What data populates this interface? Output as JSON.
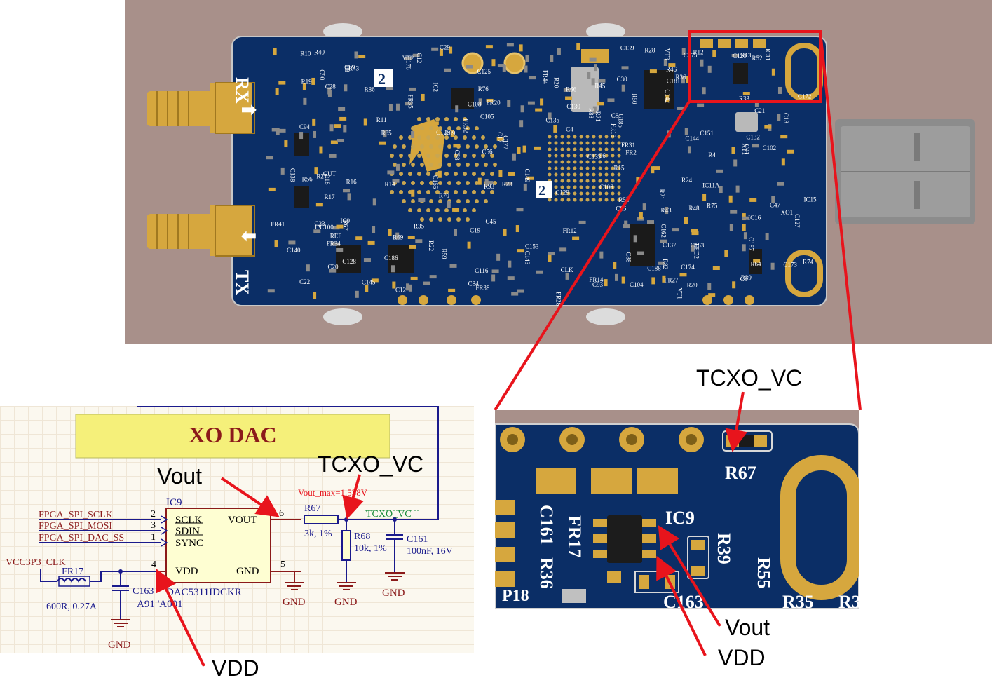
{
  "board": {
    "rx_label": "RX",
    "tx_label": "TX",
    "badge": "2",
    "silk": [
      {
        "t": "R21"
      },
      {
        "t": "R20"
      },
      {
        "t": "VT2"
      },
      {
        "t": "R22"
      },
      {
        "t": "C100"
      },
      {
        "t": "C94"
      },
      {
        "t": "C93"
      },
      {
        "t": "C89"
      },
      {
        "t": "C90"
      },
      {
        "t": "C91"
      },
      {
        "t": "C102"
      },
      {
        "t": "C106"
      },
      {
        "t": "C105"
      },
      {
        "t": "C104"
      },
      {
        "t": "C120"
      },
      {
        "t": "C116"
      },
      {
        "t": "C139"
      },
      {
        "t": "IN"
      },
      {
        "t": "OUT"
      },
      {
        "t": "REF"
      },
      {
        "t": "CLK"
      },
      {
        "t": "C151"
      },
      {
        "t": "C155"
      },
      {
        "t": "C153"
      },
      {
        "t": "R43"
      },
      {
        "t": "C149"
      },
      {
        "t": "R67"
      },
      {
        "t": "IC9"
      },
      {
        "t": "R39"
      },
      {
        "t": "C163"
      },
      {
        "t": "R35"
      },
      {
        "t": "R36"
      },
      {
        "t": "FR31"
      },
      {
        "t": "FR38"
      },
      {
        "t": "FR32"
      },
      {
        "t": "FR41"
      },
      {
        "t": "C162"
      },
      {
        "t": "XO1"
      },
      {
        "t": "R40"
      },
      {
        "t": "R66"
      },
      {
        "t": "R24"
      },
      {
        "t": "R16"
      },
      {
        "t": "R17"
      },
      {
        "t": "R19"
      },
      {
        "t": "R23"
      },
      {
        "t": "C81"
      },
      {
        "t": "C23"
      },
      {
        "t": "R11"
      },
      {
        "t": "C56"
      },
      {
        "t": "R27"
      },
      {
        "t": "R28"
      },
      {
        "t": "FR15"
      },
      {
        "t": "R59"
      },
      {
        "t": "C145"
      },
      {
        "t": "R45"
      },
      {
        "t": "C140"
      },
      {
        "t": "XT1"
      },
      {
        "t": "C130"
      },
      {
        "t": "C143"
      },
      {
        "t": "R56"
      },
      {
        "t": "C137"
      },
      {
        "t": "R52"
      },
      {
        "t": "C127"
      },
      {
        "t": "C125"
      },
      {
        "t": "FR12"
      },
      {
        "t": "FR13"
      },
      {
        "t": "C144"
      },
      {
        "t": "R50"
      },
      {
        "t": "R74"
      },
      {
        "t": "C128"
      },
      {
        "t": "C129"
      },
      {
        "t": "C133"
      },
      {
        "t": "R82"
      },
      {
        "t": "C108"
      },
      {
        "t": "IC11"
      },
      {
        "t": "IC11A"
      },
      {
        "t": "C177"
      },
      {
        "t": "R69"
      },
      {
        "t": "R71"
      },
      {
        "t": "C172"
      },
      {
        "t": "C175"
      },
      {
        "t": "R76"
      },
      {
        "t": "C176"
      },
      {
        "t": "R12"
      },
      {
        "t": "R93"
      },
      {
        "t": "FR44"
      },
      {
        "t": "FR28"
      },
      {
        "t": "IC16"
      },
      {
        "t": "IC15"
      },
      {
        "t": "FR35"
      },
      {
        "t": "FR34"
      },
      {
        "t": "C173"
      },
      {
        "t": "C186"
      },
      {
        "t": "IC2"
      },
      {
        "t": "C30"
      },
      {
        "t": "C185"
      },
      {
        "t": "FR27"
      },
      {
        "t": "R70"
      },
      {
        "t": "R75"
      },
      {
        "t": "R15"
      },
      {
        "t": "R14"
      },
      {
        "t": "C18"
      },
      {
        "t": "C12"
      },
      {
        "t": "R88"
      },
      {
        "t": "R89"
      },
      {
        "t": "C187"
      },
      {
        "t": "C188"
      },
      {
        "t": "R86"
      },
      {
        "t": "VT3"
      },
      {
        "t": "LED2"
      },
      {
        "t": "VT1"
      },
      {
        "t": "C22"
      },
      {
        "t": "C28"
      },
      {
        "t": "C29"
      },
      {
        "t": "C20"
      },
      {
        "t": "C21"
      },
      {
        "t": "R18"
      },
      {
        "t": "C8"
      },
      {
        "t": "C17"
      },
      {
        "t": "C19"
      },
      {
        "t": "C45"
      },
      {
        "t": "C47"
      },
      {
        "t": "C84"
      },
      {
        "t": "FR43"
      },
      {
        "t": "FR2"
      },
      {
        "t": "C58"
      },
      {
        "t": "C6"
      },
      {
        "t": "C5"
      },
      {
        "t": "C4"
      },
      {
        "t": "R10"
      },
      {
        "t": "R4"
      },
      {
        "t": "C12"
      },
      {
        "t": "R46"
      },
      {
        "t": "C142"
      },
      {
        "t": "R53"
      },
      {
        "t": "R64"
      },
      {
        "t": "C132"
      },
      {
        "t": "C138"
      },
      {
        "t": "R48"
      },
      {
        "t": "C135"
      },
      {
        "t": "C88"
      },
      {
        "t": "C85"
      },
      {
        "t": "R33"
      },
      {
        "t": "C174"
      },
      {
        "t": "C181"
      },
      {
        "t": "R85"
      },
      {
        "t": "FR14"
      },
      {
        "t": "C123"
      },
      {
        "t": "R20"
      },
      {
        "t": "FR20"
      }
    ]
  },
  "schematic": {
    "title": "XO DAC",
    "ic_ref": "IC9",
    "ic_part": "DAC5311IDCKR",
    "ic_part_flipped": "A91 'A001",
    "pins_left": [
      {
        "num": "2",
        "name": "SCLK",
        "net": "FPGA_SPI_SCLK"
      },
      {
        "num": "3",
        "name": "SDIN",
        "net": "FPGA_SPI_MOSI"
      },
      {
        "num": "1",
        "name": "SYNC",
        "net": "FPGA_SPI_DAC_SS"
      }
    ],
    "pin_vdd": {
      "num": "4",
      "name": "VDD"
    },
    "pin_vout": {
      "num": "6",
      "name": "VOUT"
    },
    "pin_gnd": {
      "num": "5",
      "name": "GND"
    },
    "vcc_net": "VCC3P3_CLK",
    "fr17": {
      "ref": "FR17",
      "value": "600R, 0.27A"
    },
    "c163": {
      "ref": "C163"
    },
    "r67": {
      "ref": "R67",
      "value": "3k, 1%"
    },
    "r68": {
      "ref": "R68",
      "value": "10k, 1%"
    },
    "c161": {
      "ref": "C161",
      "value": "100nF, 16V"
    },
    "tcxo_net": "TCXO_VC",
    "vout_max_note": "Vout_max=1.538V",
    "gnd": "GND"
  },
  "zoom": {
    "r67": "R67",
    "ic9": "IC9",
    "c161": "C161",
    "r36": "R36",
    "fr17": "FR17",
    "r39": "R39",
    "r55": "R55",
    "c163": "C163",
    "r35": "R35",
    "r3x": "R3",
    "p18": "P18"
  },
  "callouts": {
    "vout_schem": "Vout",
    "tcxo_schem": "TCXO_VC",
    "vdd_schem": "VDD",
    "tcxo_zoom": "TCXO_VC",
    "vout_zoom": "Vout",
    "vdd_zoom": "VDD"
  },
  "colors": {
    "pcb": "#0b2e66",
    "gold": "#d6a73e",
    "red": "#e8141c",
    "wire": "#1a1a8c",
    "net_label": "#8b1a1a",
    "title_box": "#f5f07a"
  }
}
